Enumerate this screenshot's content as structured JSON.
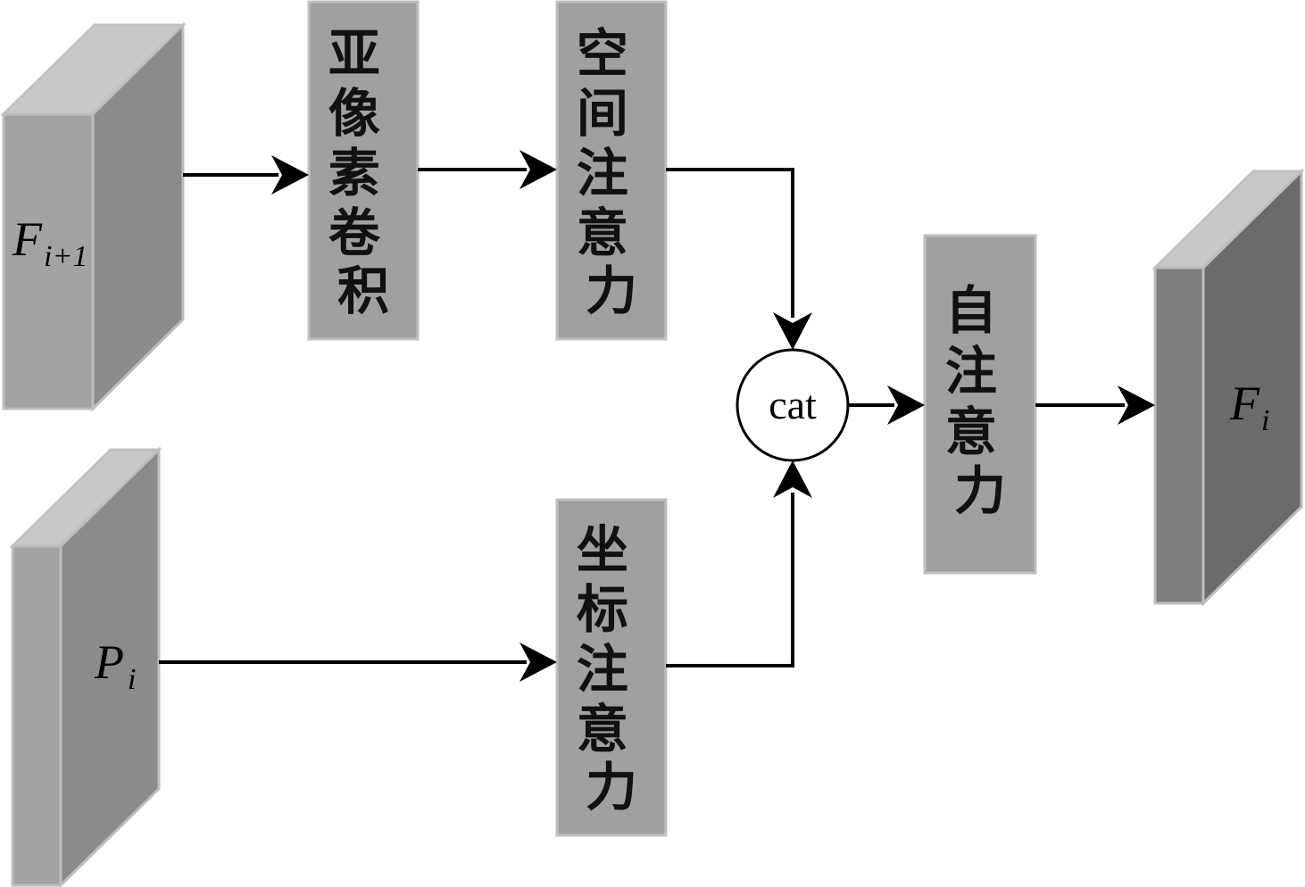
{
  "inputs": {
    "f_next": {
      "base": "F",
      "sub": "i+1"
    },
    "p": {
      "base": "P",
      "sub": "i"
    }
  },
  "output": {
    "base": "F",
    "sub": "i"
  },
  "blocks": {
    "subpixel_conv": [
      "亚",
      "像",
      "素",
      "卷",
      "积"
    ],
    "spatial_attention": [
      "空",
      "间",
      "注",
      "意",
      "力"
    ],
    "coord_attention": [
      "坐",
      "标",
      "注",
      "意",
      "力"
    ],
    "self_attention": [
      "自",
      "注",
      "意",
      "力"
    ]
  },
  "concat_label": "cat"
}
